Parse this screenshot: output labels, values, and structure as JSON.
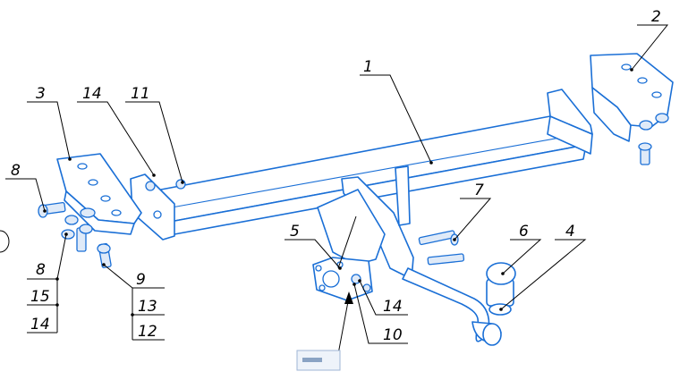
{
  "callouts": {
    "c1": "1",
    "c2": "2",
    "c3": "3",
    "c4": "4",
    "c5": "5",
    "c6": "6",
    "c7": "7",
    "c8a": "8",
    "c8b": "8",
    "c9": "9",
    "c10": "10",
    "c11": "11",
    "c12": "12",
    "c13": "13",
    "c14a": "14",
    "c14b": "14",
    "c14c": "14",
    "c15": "15"
  },
  "colors": {
    "line": "#1a6fd6",
    "leader": "#000000",
    "background": "#ffffff"
  }
}
